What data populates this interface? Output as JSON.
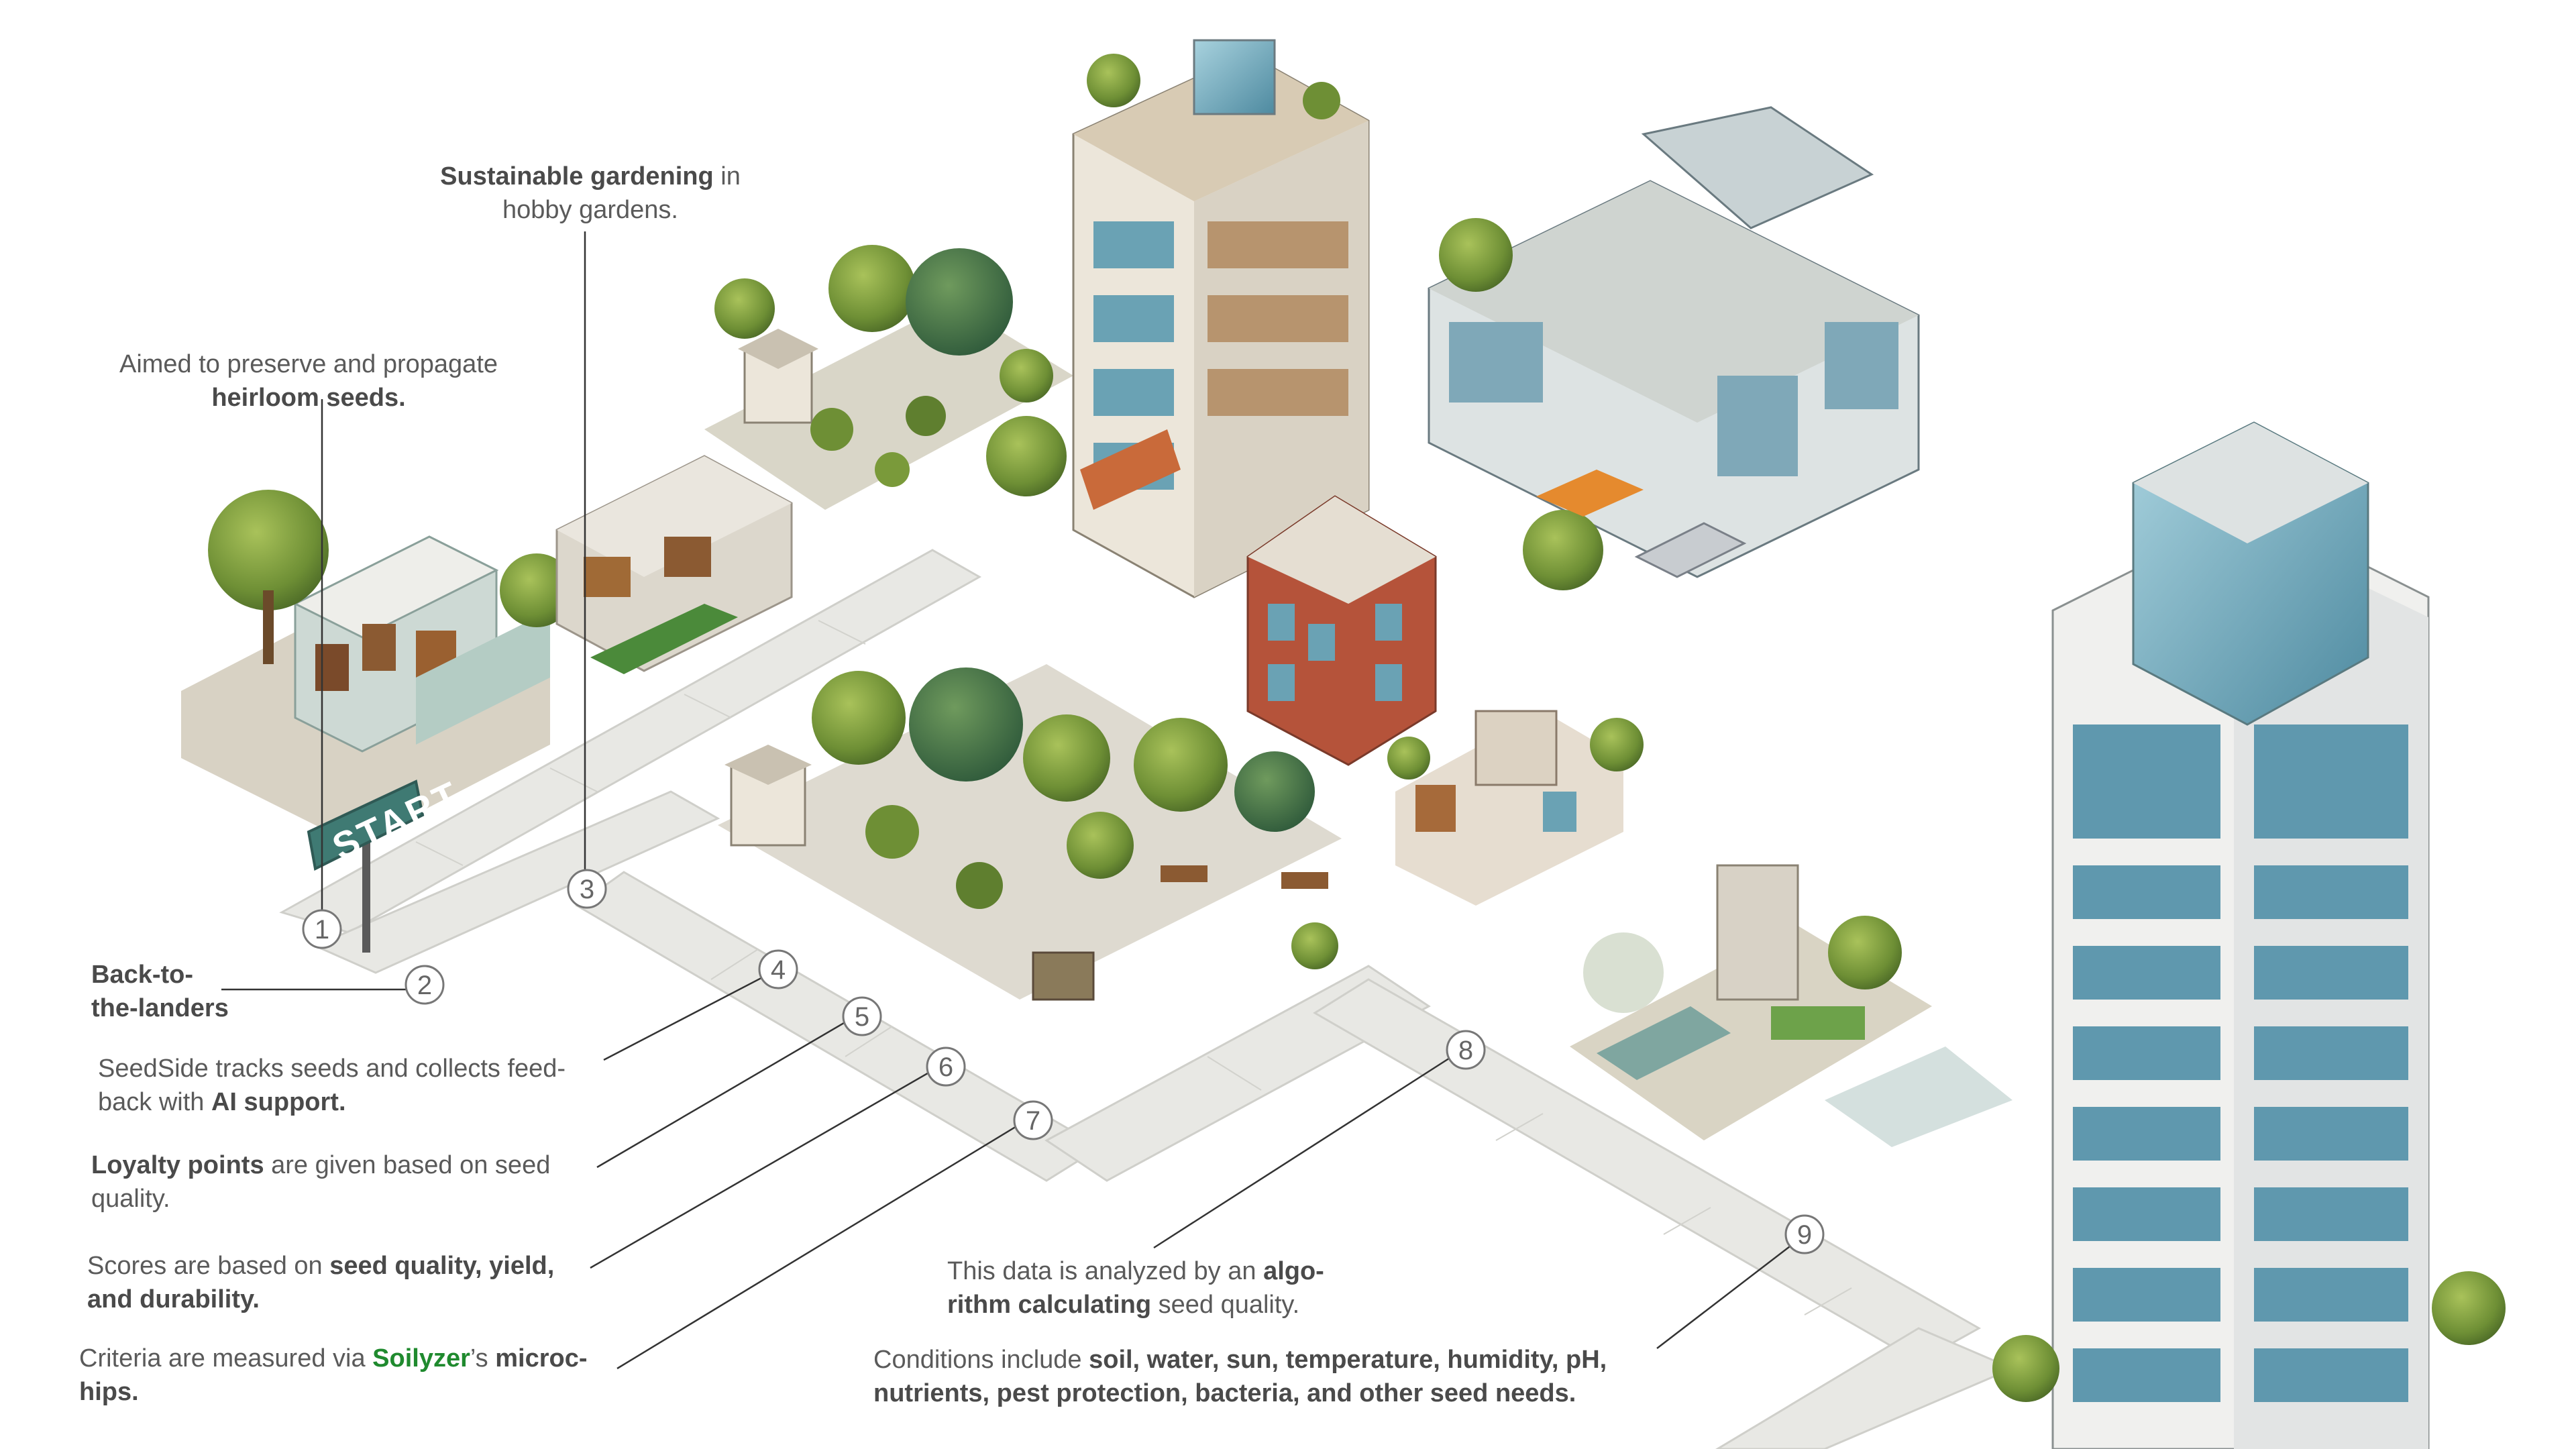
{
  "start_sign": "START",
  "steps": [
    "1",
    "2",
    "3",
    "4",
    "5",
    "6",
    "7",
    "8",
    "9"
  ],
  "annotations": {
    "sustainable": {
      "bold": "Sustainable gardening",
      "rest1": " in",
      "line2": "hobby gardens."
    },
    "heirloom": {
      "line1": "Aimed to preserve and propagate",
      "bold": "heirloom seeds."
    },
    "back_to_landers": {
      "line1": "Back-to-",
      "line2": "the-landers"
    },
    "seedside": {
      "line1": "SeedSide tracks seeds and collects feed-",
      "line2a": "back with ",
      "bold": "AI support."
    },
    "loyalty": {
      "bold": "Loyalty points",
      "rest1": " are given based on seed",
      "line2": "quality."
    },
    "scores": {
      "line1a": "Scores are based on ",
      "bold1": "seed quality, yield,",
      "bold2": "and durability."
    },
    "criteria": {
      "line1a": "Criteria are measured via ",
      "brand": "Soilyzer",
      "line1b": "’s ",
      "bold1": "microc-",
      "bold2": "hips."
    },
    "data": {
      "line1a": "This data is analyzed by an ",
      "bold1": "algo-",
      "bold2": "rithm calculating",
      "line2b": " seed quality."
    },
    "conditions": {
      "line1a": "Conditions include ",
      "bold1": "soil, water, sun, temperature, humidity, pH,",
      "bold2": "nutrients, pest protection, bacteria, and other seed needs."
    }
  },
  "colors": {
    "path": "#e7e7e3",
    "path_edge": "#c9c9c4",
    "tree": "#7a9a3a",
    "tree_dark": "#4f7030",
    "brick": "#b5533a",
    "glass": "#6aa2b4",
    "concrete": "#ece6da",
    "sign": "#3f7a73",
    "brand_green": "#1f8a2e"
  }
}
